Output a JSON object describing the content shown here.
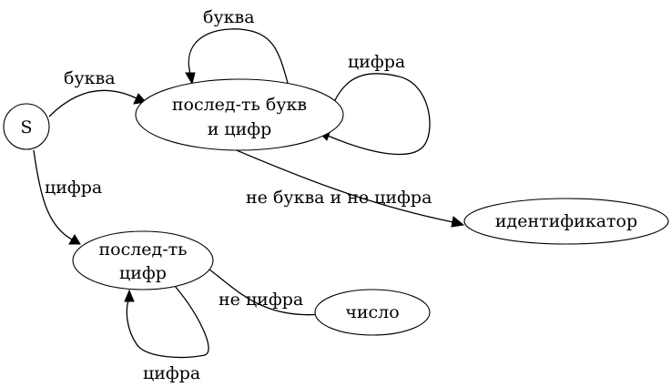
{
  "nodes": {
    "start": {
      "label": "S"
    },
    "letters_digits": {
      "line1": "послед-ть букв",
      "line2": "и цифр"
    },
    "digits": {
      "line1": "послед-ть",
      "line2": "цифр"
    },
    "identifier": {
      "label": "идентификатор"
    },
    "number": {
      "label": "число"
    }
  },
  "edges": {
    "start_to_letters_digits": "буква",
    "start_to_digits": "цифра",
    "letters_digits_self_letter": "буква",
    "letters_digits_self_digit": "цифра",
    "letters_digits_to_identifier": "не буква и не цифра",
    "digits_self_digit": "цифра",
    "digits_to_number": "не цифра"
  }
}
